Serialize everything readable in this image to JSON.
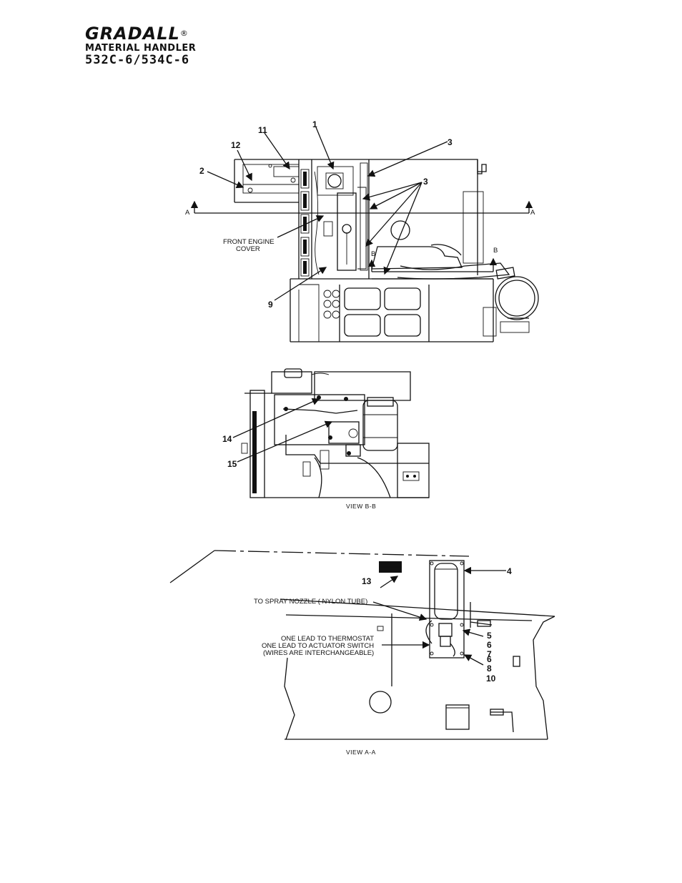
{
  "header": {
    "brand": "GRADALL",
    "registered": "®",
    "line1": "MATERIAL HANDLER",
    "line2": "532C-6/534C-6"
  },
  "top_view": {
    "callouts": [
      "11",
      "1",
      "3",
      "12",
      "2",
      "3",
      "9"
    ],
    "section_a": "A",
    "section_b": "B",
    "front_engine_cover_1": "FRONT ENGINE",
    "front_engine_cover_2": "COVER"
  },
  "view_bb": {
    "callouts": [
      "14",
      "15"
    ],
    "caption": "VIEW B-B"
  },
  "view_aa": {
    "callouts": [
      "13",
      "4",
      "5",
      "6",
      "7",
      "6",
      "8",
      "10"
    ],
    "spray_label": "TO SPRAY NOZZLE ( NYLON TUBE)",
    "lead1": "ONE LEAD TO THERMOSTAT",
    "lead2": "ONE LEAD TO ACTUATOR SWITCH",
    "lead3": "(WIRES ARE INTERCHANGEABLE)",
    "caption": "VIEW A-A"
  }
}
